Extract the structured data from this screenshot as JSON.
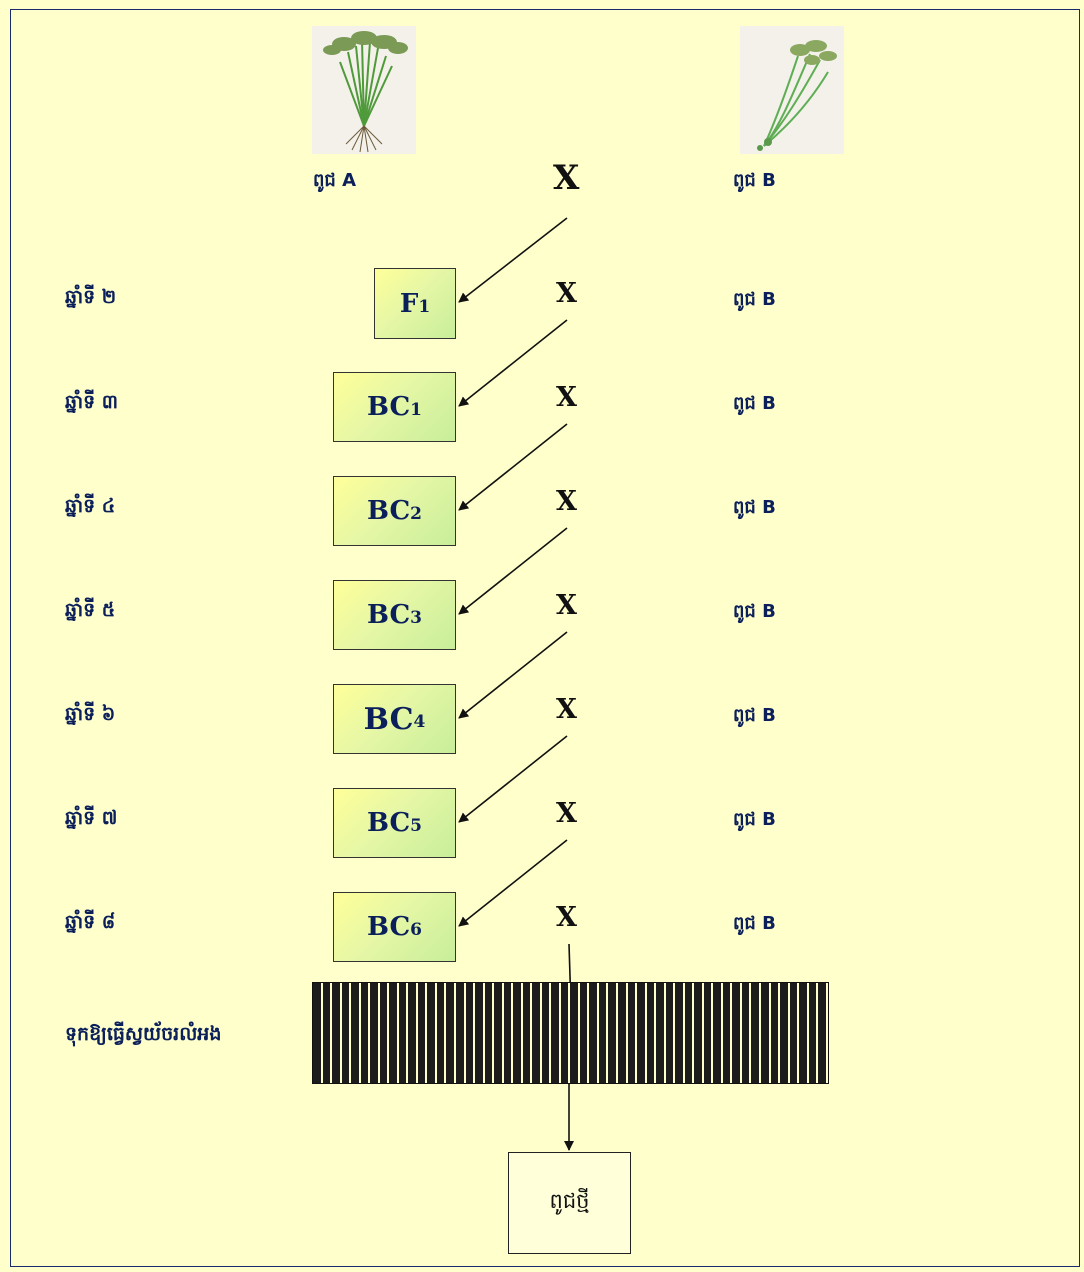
{
  "parents": {
    "a_label": "ពូជ  A",
    "b_label": "ពូជ B",
    "cross": "X"
  },
  "generations": [
    {
      "year": "ឆ្នាំទី ២",
      "base": "F",
      "sub": "1",
      "cross": "X",
      "parent": "ពូជ B"
    },
    {
      "year": "ឆ្នាំទី ៣",
      "base": "BC",
      "sub": "1",
      "cross": "X",
      "parent": "ពូជ B"
    },
    {
      "year": "ឆ្នាំទី ៤",
      "base": "BC",
      "sub": "2",
      "cross": "X",
      "parent": "ពូជ B"
    },
    {
      "year": "ឆ្នាំទី ៥",
      "base": "BC",
      "sub": "3",
      "cross": "X",
      "parent": "ពូជ B"
    },
    {
      "year": "ឆ្នាំទី ៦",
      "base": "BC",
      "sub": "4",
      "cross": "X",
      "parent": "ពូជ B"
    },
    {
      "year": "ឆ្នាំទី ៧",
      "base": "BC",
      "sub": "5",
      "cross": "X",
      "parent": "ពូជ B"
    },
    {
      "year": "ឆ្នាំទី ៨",
      "base": "BC",
      "sub": "6",
      "cross": "X",
      "parent": "ពូជ B"
    }
  ],
  "selfing_label": "ទុកឱ្យធ្វើស្វយ័ចរលំអង",
  "final_label": "ពូជថ្មី"
}
